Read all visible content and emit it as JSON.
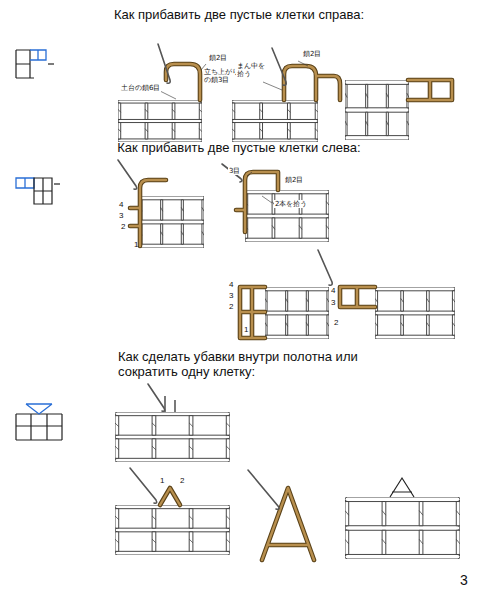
{
  "diagram": {
    "labels": [
      "Как прибавить две пустые клетки справа:",
      "鎖2目",
      "立ち上がり の鎖3目",
      "土台の鎖6目",
      "まん中を 拾う",
      "鎖2目",
      "Как прибавить две пустые клетки слева:",
      "4",
      "3",
      "2",
      "1",
      "3目",
      "鎖2目",
      "2本を拾う",
      "4",
      "3",
      "2",
      "1",
      "4",
      "3",
      "2",
      "Как сделать убавки внутри полотна или сократить одну клетку:",
      "1",
      "2",
      "3"
    ]
  }
}
